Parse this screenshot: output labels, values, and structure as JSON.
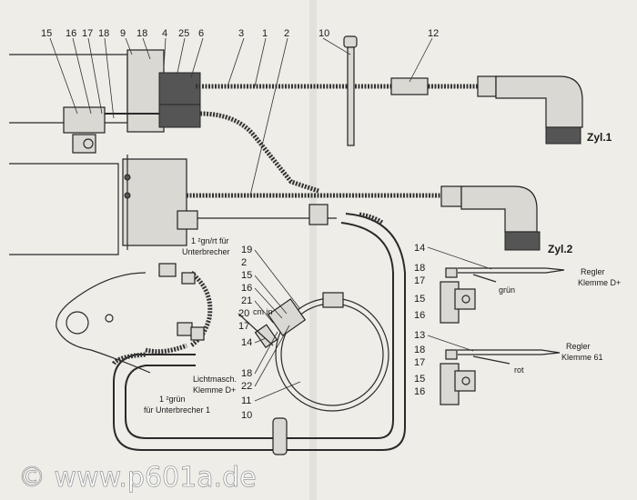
{
  "top_numbers": [
    "15",
    "16",
    "17",
    "18",
    "9",
    "18",
    "4",
    "25",
    "6",
    "3",
    "1",
    "2",
    "10",
    "12"
  ],
  "cylinder_labels": {
    "zyl1": "Zyl.1",
    "zyl2": "Zyl.2"
  },
  "left_labels": {
    "unterbrecher_top_line1": "1 ²gn/rt für",
    "unterbrecher_top_line2": "Unterbrecher",
    "lichtmasch_line1": "Lichtmasch.",
    "lichtmasch_line2": "Klemme D+",
    "gruen_line1": "1 ²grün",
    "gruen_line2": "für Unterbrecher 1",
    "cm_label": "cm in"
  },
  "center_numbers": [
    "19",
    "2",
    "15",
    "16",
    "21",
    "20",
    "17",
    "14",
    "18",
    "22",
    "11",
    "10"
  ],
  "right_top": {
    "numbers": [
      "14",
      "18",
      "17",
      "15",
      "16"
    ],
    "regler": "Regler",
    "klemme": "Klemme D+",
    "wire": "grün"
  },
  "right_bottom": {
    "numbers": [
      "13",
      "18",
      "17",
      "15",
      "16"
    ],
    "regler": "Regler",
    "klemme": "Klemme 61",
    "wire": "rot"
  },
  "watermark": "© www.p601a.de"
}
